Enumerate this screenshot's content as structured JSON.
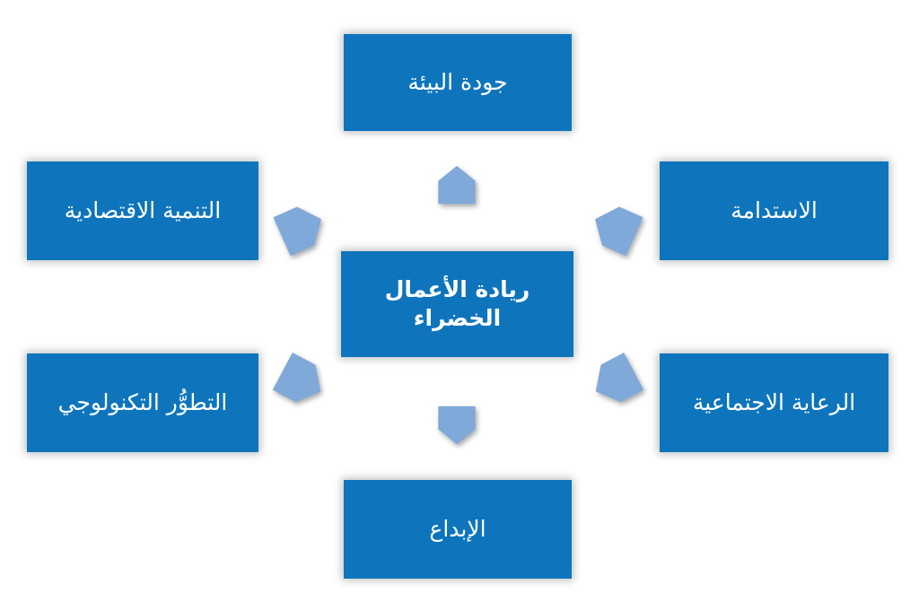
{
  "diagram": {
    "type": "hub-and-spoke",
    "language": "ar",
    "direction": "rtl",
    "background_color": "#ffffff",
    "box_color": "#0e75bc",
    "arrow_color": "#7fa9d9",
    "text_color": "#ffffff",
    "center": {
      "label": "ريادة الأعمال الخضراء",
      "name": "green-entrepreneurship"
    },
    "nodes": [
      {
        "name": "environmental-quality",
        "label": "جودة البيئة",
        "position": "top"
      },
      {
        "name": "economic-development",
        "label": "التنمية الاقتصادية",
        "position": "left-top"
      },
      {
        "name": "sustainability",
        "label": "الاستدامة",
        "position": "right-top"
      },
      {
        "name": "technological-development",
        "label": "التطوُّر التكنولوجي",
        "position": "left-bottom"
      },
      {
        "name": "social-welfare",
        "label": "الرعاية الاجتماعية",
        "position": "right-bottom"
      },
      {
        "name": "innovation",
        "label": "الإبداع",
        "position": "bottom"
      }
    ],
    "arrows": [
      {
        "name": "arrow-up",
        "points_to": "environmental-quality"
      },
      {
        "name": "arrow-upper-left",
        "points_to": "economic-development"
      },
      {
        "name": "arrow-upper-right",
        "points_to": "sustainability"
      },
      {
        "name": "arrow-lower-left",
        "points_to": "technological-development"
      },
      {
        "name": "arrow-lower-right",
        "points_to": "social-welfare"
      },
      {
        "name": "arrow-down",
        "points_to": "innovation"
      }
    ]
  }
}
